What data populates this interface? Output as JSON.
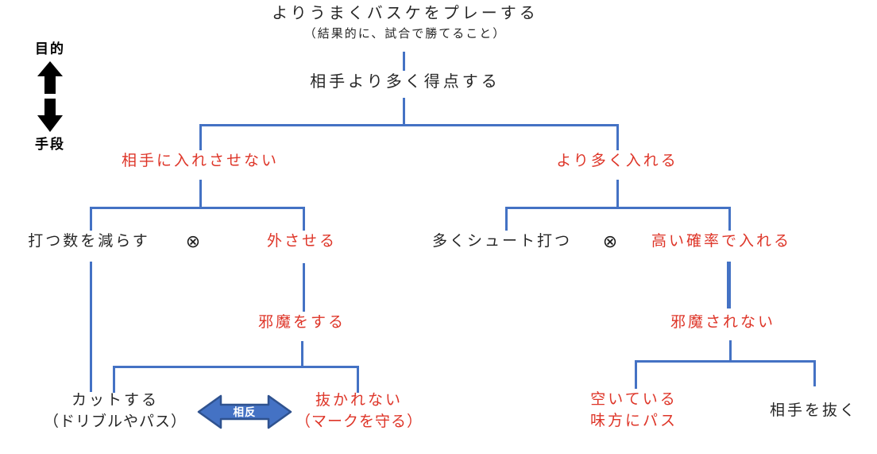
{
  "diagram": {
    "title": "よりうまくバスケをプレーする",
    "subtitle": "（結果的に、試合で勝てること）",
    "axis": {
      "top": "目的",
      "bottom": "手段"
    },
    "operator": "⊗",
    "conflict": "相反",
    "nodes": {
      "score_more": "相手より多く得点する",
      "prevent_score": "相手に入れさせない",
      "score_often": "より多く入れる",
      "reduce_shots": "打つ数を減らす",
      "make_miss": "外させる",
      "many_shots": "多くシュート打つ",
      "high_probability": "高い確率で入れる",
      "interfere": "邪魔をする",
      "avoid_interference": "邪魔されない",
      "cut": {
        "line1": "カットする",
        "line2": "（ドリブルやパス）"
      },
      "keep_mark": {
        "line1": "抜かれない",
        "line2": "（マークを守る）"
      },
      "pass_open": {
        "line1": "空いている",
        "line2": "味方にパス"
      },
      "beat_opponent": "相手を抜く"
    },
    "colors": {
      "line_blue": "#4472C4",
      "arrow_border": "#2F528F",
      "text_red": "#DE3528",
      "text_black": "#262626",
      "axis_arrow": "#000000",
      "conflict_text": "#FFFFFF"
    }
  }
}
